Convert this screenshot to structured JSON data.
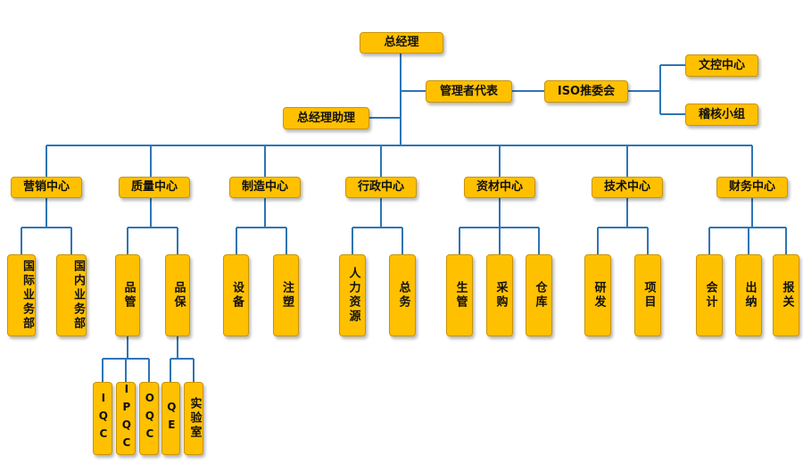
{
  "top": {
    "gm": "总经理",
    "mgmt_rep": "管理者代表",
    "iso": "ISO推委会",
    "doc_ctrl": "文控中心",
    "audit": "稽核小组",
    "assistant": "总经理助理"
  },
  "centers": {
    "sales": "营销中心",
    "quality": "质量中心",
    "mfg": "制造中心",
    "admin": "行政中心",
    "material": "资材中心",
    "tech": "技术中心",
    "finance": "财务中心"
  },
  "sales_units": {
    "intl": "国际业务部",
    "domestic": "国内业务部"
  },
  "quality_units": {
    "qc": "品管",
    "qa": "品保"
  },
  "qc_units": {
    "iqc": "IQC",
    "ipqc": "IPQC",
    "oqc": "OQC"
  },
  "qa_units": {
    "qe": "QE",
    "lab": "实验室"
  },
  "mfg_units": {
    "equipment": "设备",
    "molding": "注塑"
  },
  "admin_units": {
    "hr": "人力资源",
    "general": "总务"
  },
  "material_units": {
    "production": "生管",
    "purchasing": "采购",
    "warehouse": "仓库"
  },
  "tech_units": {
    "rd": "研发",
    "project": "项目"
  },
  "finance_units": {
    "accounting": "会计",
    "cashier": "出纳",
    "customs": "报关"
  },
  "colors": {
    "box": "#ffc000",
    "line": "#2e75b6"
  }
}
